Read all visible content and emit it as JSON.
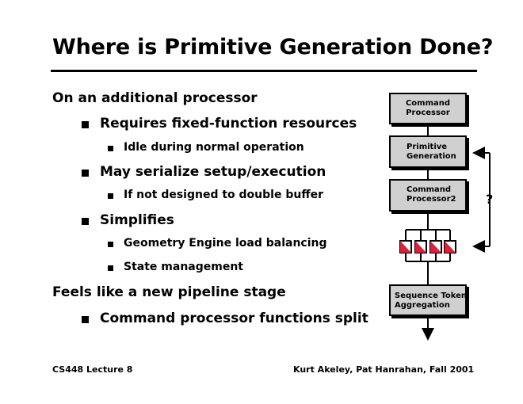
{
  "slide": {
    "title": "Where is Primitive Generation Done?",
    "lines": [
      {
        "level": 0,
        "text": "On an additional processor"
      },
      {
        "level": 1,
        "text": "Requires fixed-function resources"
      },
      {
        "level": 2,
        "text": "Idle during normal operation"
      },
      {
        "level": 1,
        "text": "May serialize setup/execution"
      },
      {
        "level": 2,
        "text": "If not designed to double buffer"
      },
      {
        "level": 1,
        "text": "Simplifies"
      },
      {
        "level": 2,
        "text": "Geometry Engine load balancing"
      },
      {
        "level": 2,
        "text": "State management"
      },
      {
        "level": 0,
        "text": "Feels like a new pipeline stage"
      },
      {
        "level": 1,
        "text": "Command processor functions split"
      }
    ]
  },
  "diagram": {
    "box1": {
      "line1": "Command",
      "line2": "Processor"
    },
    "box2": {
      "line1": "Primitive",
      "line2": "Generation"
    },
    "box3": {
      "line1": "Command",
      "line2": "Processor2"
    },
    "box4": {
      "line1": "Sequence Token",
      "line2": "Aggregation"
    },
    "question": "?",
    "box_fill": "#d0d0d0",
    "unit_color": "#e0203a"
  },
  "footer": {
    "left": "CS448 Lecture 8",
    "right": "Kurt Akeley, Pat Hanrahan, Fall 2001"
  }
}
